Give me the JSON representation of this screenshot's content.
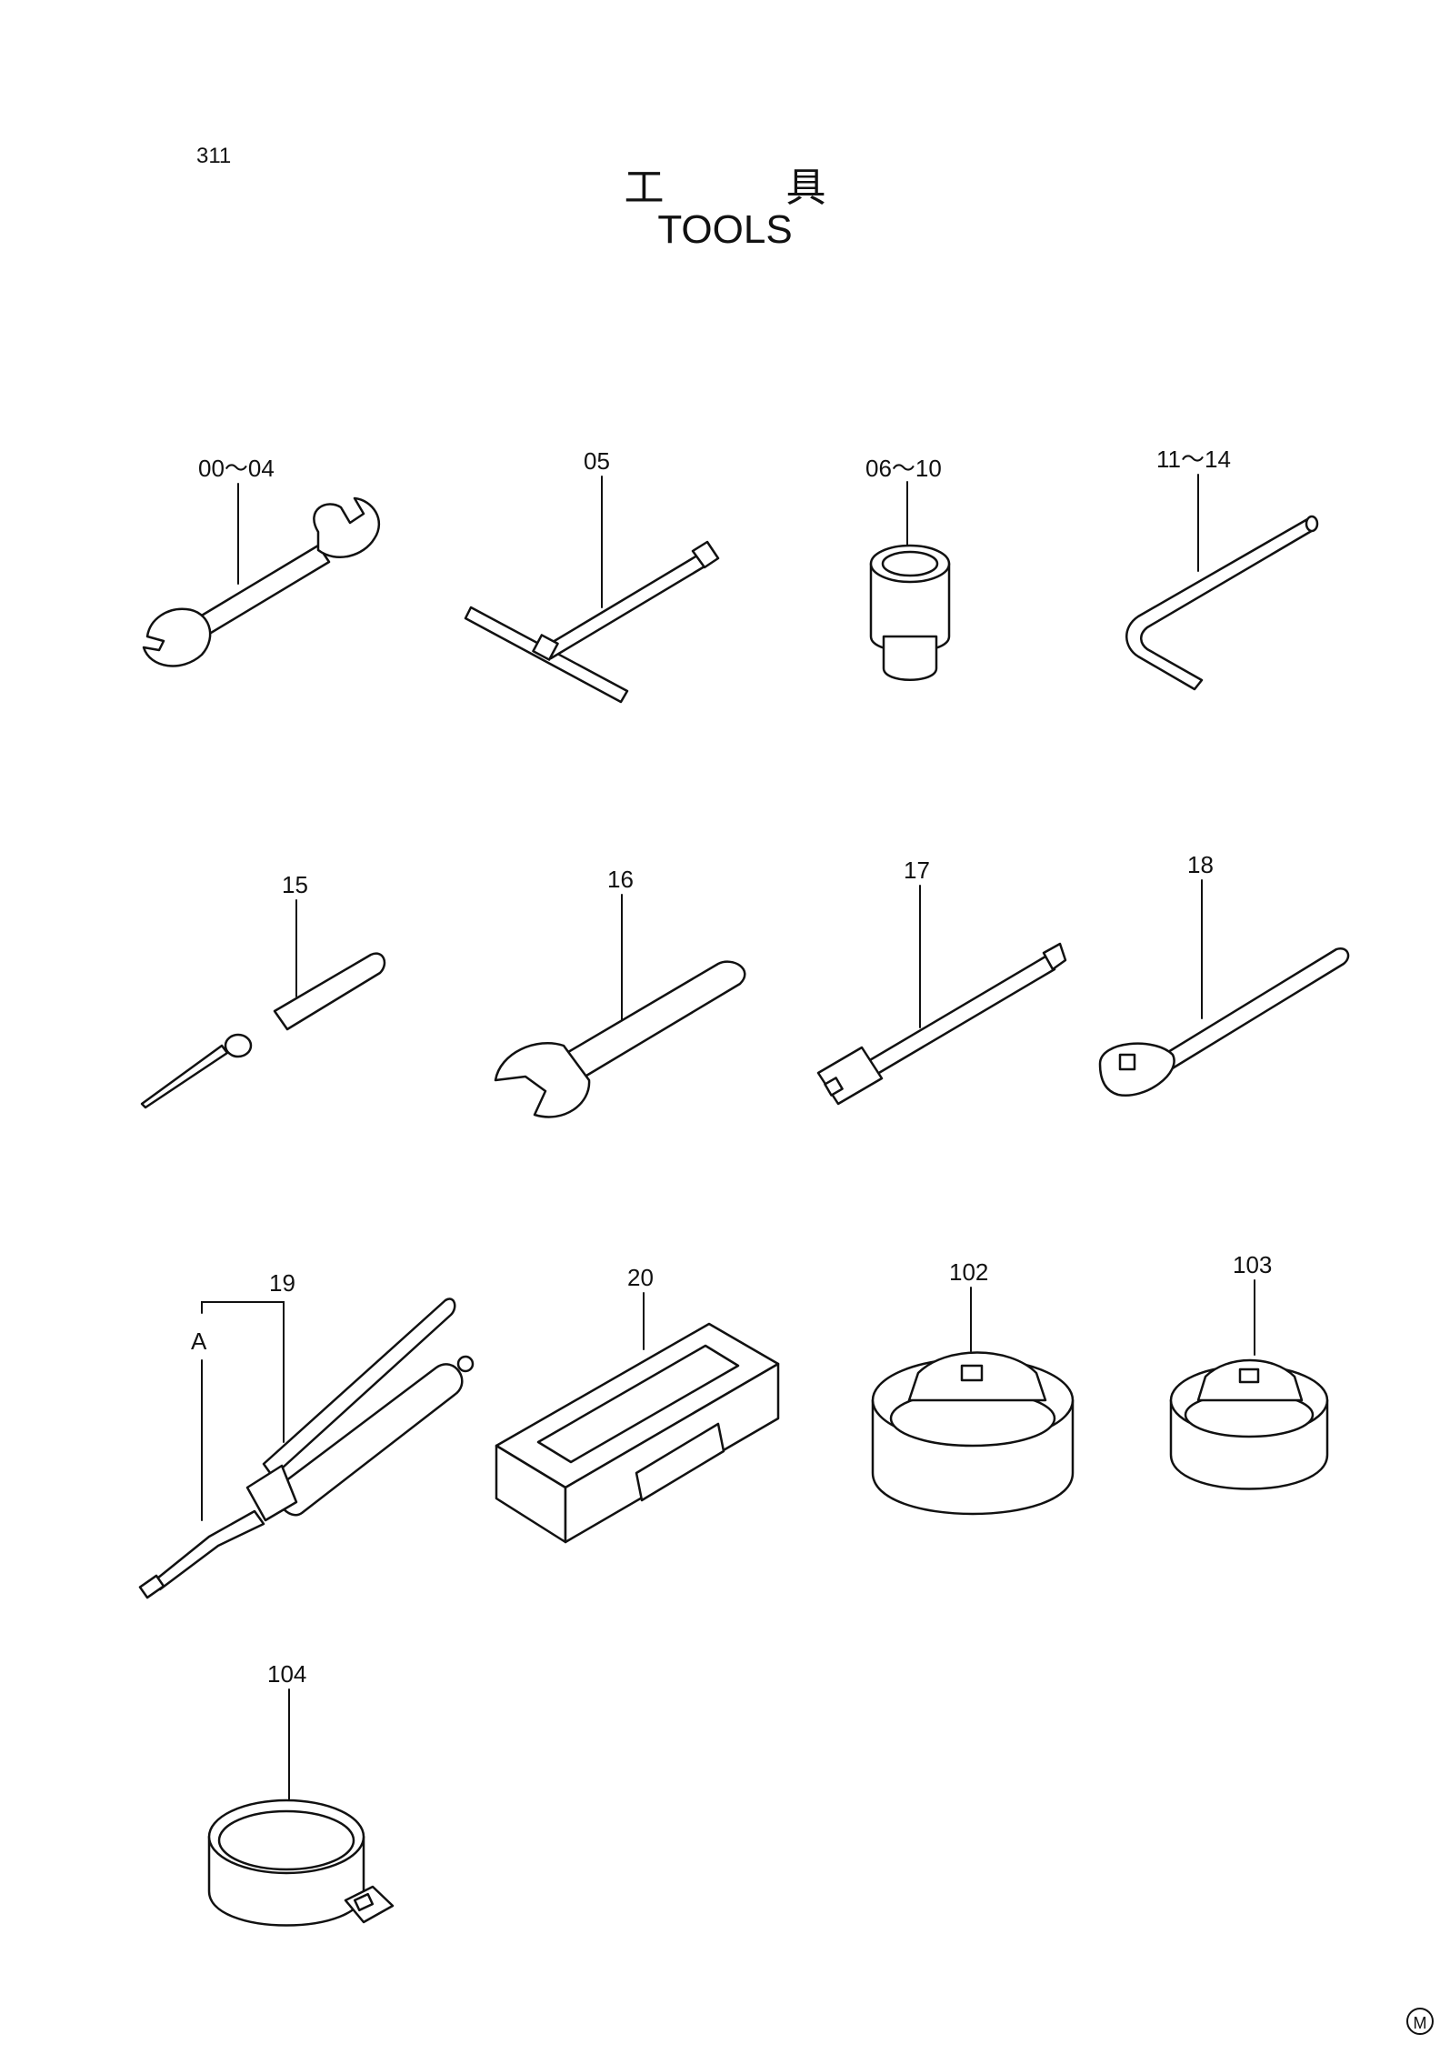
{
  "page_number": "311",
  "title_ja": "工 具",
  "title_en": "TOOLS",
  "corner_mark": "M",
  "items": [
    {
      "label": "00～04",
      "icon": "open-end-wrench-icon"
    },
    {
      "label": "05",
      "icon": "t-handle-wrench-icon"
    },
    {
      "label": "06～10",
      "icon": "socket-icon"
    },
    {
      "label": "11～14",
      "icon": "hex-key-icon"
    },
    {
      "label": "15",
      "icon": "screwdriver-icon"
    },
    {
      "label": "16",
      "icon": "adjustable-wrench-icon"
    },
    {
      "label": "17",
      "icon": "extension-bar-icon"
    },
    {
      "label": "18",
      "icon": "ratchet-handle-icon"
    },
    {
      "label": "19",
      "icon": "grease-gun-icon"
    },
    {
      "label": "20",
      "icon": "tool-box-icon"
    },
    {
      "label": "102",
      "icon": "filter-wrench-cap-icon"
    },
    {
      "label": "103",
      "icon": "filter-wrench-cap-small-icon"
    },
    {
      "label": "104",
      "icon": "filter-wrench-band-icon"
    }
  ],
  "sub_label": "A"
}
